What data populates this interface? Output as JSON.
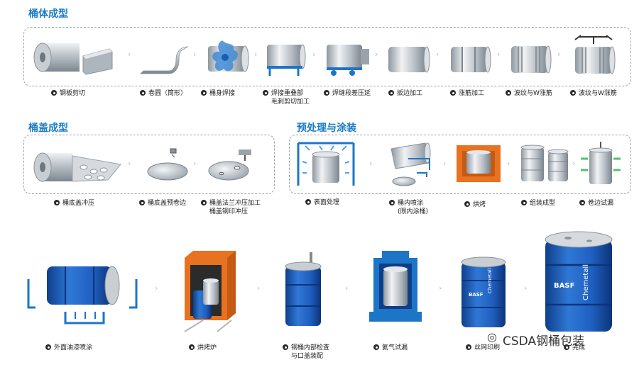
{
  "sections": {
    "body_forming": "桶体成型",
    "lid_forming": "桶盖成型",
    "pretreat_coating": "预处理与涂装"
  },
  "row1": [
    {
      "label": "钢板剪切"
    },
    {
      "label": "卷圆（筒形）"
    },
    {
      "label": "桶身焊接"
    },
    {
      "label": "焊接重叠部",
      "sub": "毛刺剪切加工"
    },
    {
      "label": "焊缝段差压延"
    },
    {
      "label": "扳边加工"
    },
    {
      "label": "涨筋加工"
    },
    {
      "label": "波纹与W涨筋"
    },
    {
      "label": "波纹与W涨筋"
    }
  ],
  "row2_lid": [
    {
      "label": "桶底盖冲压"
    },
    {
      "label": "桶底盖预卷边"
    },
    {
      "label": "桶盖法兰冲压加工",
      "sub": "桶盖钢印冲压"
    }
  ],
  "row2_coat": [
    {
      "label": "表面处理"
    },
    {
      "label": "桶内喷涂",
      "sub": "(限内涂桶)"
    },
    {
      "label": "烘烤"
    },
    {
      "label": "组装成型"
    },
    {
      "label": "卷边试漏"
    }
  ],
  "row3": [
    {
      "label": "外面油漆喷涂"
    },
    {
      "label": "烘烤炉"
    },
    {
      "label": "钢桶内部检查",
      "sub": "与口盖装配"
    },
    {
      "label": "氦气试漏"
    },
    {
      "label": "丝网印刷"
    },
    {
      "label": "完成"
    }
  ],
  "brand": {
    "basf": "BASF",
    "chemetall": "Chemetall",
    "watermark": "CSDA钢桶包装"
  },
  "colors": {
    "accent_blue": "#1a7bc4",
    "drum_blue": "#1f5fc0",
    "oven_orange": "#e8721f",
    "steel": "#c7ccd2"
  }
}
